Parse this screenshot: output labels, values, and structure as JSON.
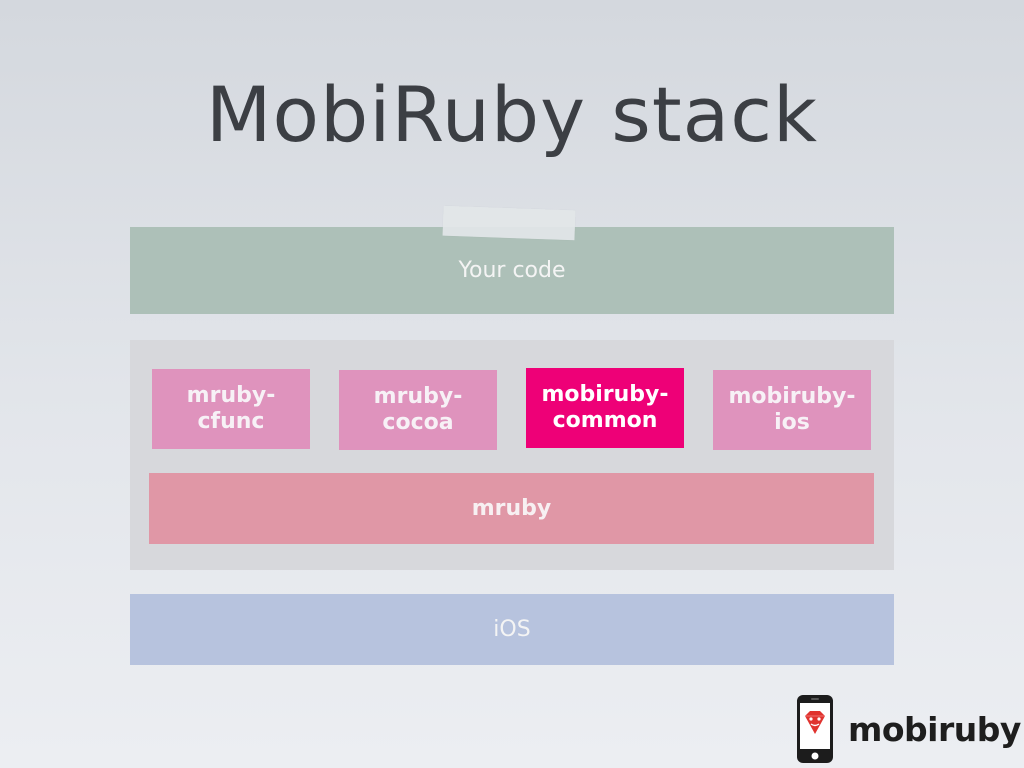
{
  "slide": {
    "title": "MobiRuby stack"
  },
  "stack": {
    "your_code": "Your code",
    "modules": [
      {
        "label_line1": "mruby-",
        "label_line2": "cfunc",
        "highlighted": false
      },
      {
        "label_line1": "mruby-",
        "label_line2": "cocoa",
        "highlighted": false
      },
      {
        "label_line1": "mobiruby-",
        "label_line2": "common",
        "highlighted": true
      },
      {
        "label_line1": "mobiruby-",
        "label_line2": "ios",
        "highlighted": false
      }
    ],
    "runtime": "mruby",
    "platform": "iOS"
  },
  "logo": {
    "text": "mobiruby",
    "icon": "phone-with-ruby-heart-icon"
  },
  "colors": {
    "your_code": "#adc0b8",
    "module": "#df93bd",
    "module_highlight": "#ee0077",
    "runtime": "#e097a6",
    "platform": "#b7c3de"
  }
}
